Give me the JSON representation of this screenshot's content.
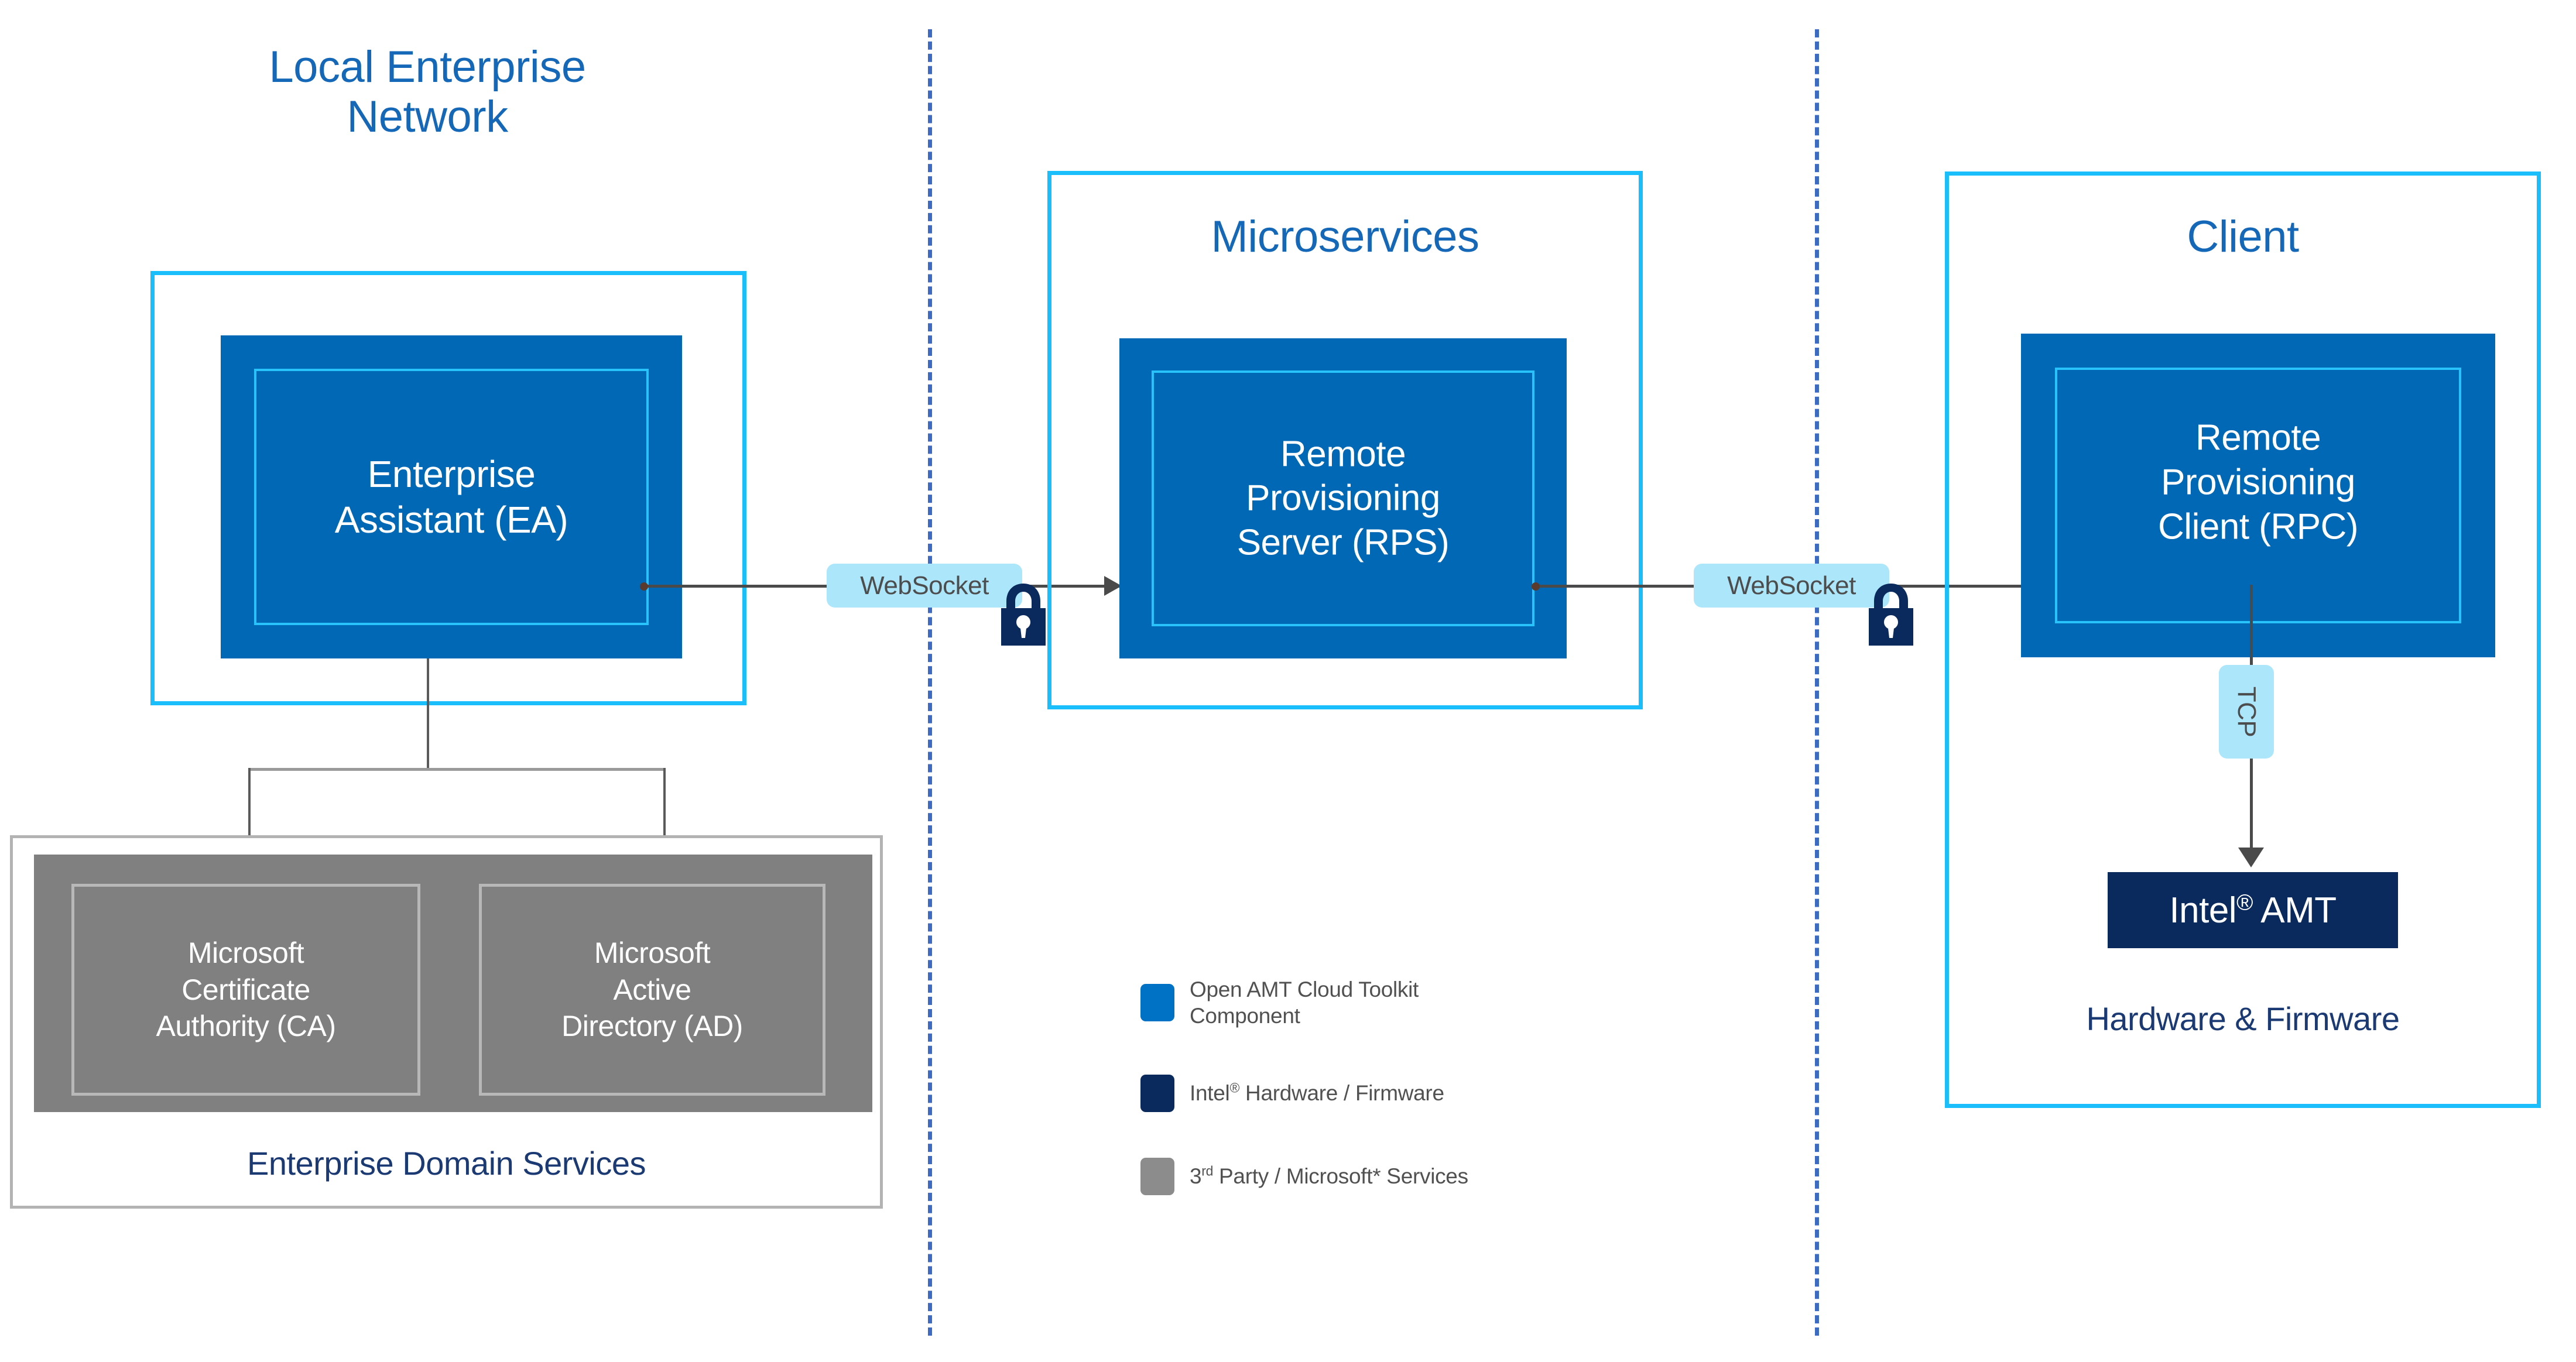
{
  "zones": [
    {
      "id": "local-enterprise-network",
      "title": "Local Enterprise\nNetwork",
      "title_line1": "Local Enterprise",
      "title_line2": "Network"
    },
    {
      "id": "microservices",
      "title": "Microservices"
    },
    {
      "id": "client",
      "title": "Client"
    }
  ],
  "components": {
    "ea": {
      "line1": "Enterprise",
      "line2": "Assistant (EA)",
      "line3": ""
    },
    "rps": {
      "line1": "Remote",
      "line2": "Provisioning",
      "line3": "Server (RPS)"
    },
    "rpc": {
      "line1": "Remote",
      "line2": "Provisioning",
      "line3": "Client (RPC)"
    }
  },
  "hardware": {
    "amt_prefix": "Intel",
    "amt_reg": "®",
    "amt_suffix": " AMT",
    "client_footer": "Hardware & Firmware"
  },
  "enterprise_domain_services": {
    "caption": "Enterprise Domain Services",
    "boxes": [
      {
        "id": "microsoft-certificate-authority",
        "line1": "Microsoft",
        "line2": "Certificate",
        "line3": "Authority (CA)"
      },
      {
        "id": "microsoft-active-directory",
        "line1": "Microsoft",
        "line2": "Active",
        "line3": "Directory (AD)"
      }
    ]
  },
  "connections": [
    {
      "id": "ea-to-rps",
      "protocol": "WebSocket",
      "secure": true
    },
    {
      "id": "rps-to-rpc",
      "protocol": "WebSocket",
      "secure": true
    },
    {
      "id": "rpc-to-amt",
      "protocol": "TCP",
      "secure": false
    }
  ],
  "legend": {
    "items": [
      {
        "color": "#0072C6",
        "line1": "Open AMT Cloud Toolkit",
        "line2": "Component"
      },
      {
        "color": "#0A2A5E",
        "line1": "Intel® Hardware / Firmware",
        "line2": ""
      },
      {
        "color": "#8C8C8C",
        "line1": "3rd Party / Microsoft* Services",
        "line2": ""
      }
    ],
    "item3_num": "3",
    "item3_sup": "rd",
    "item3_rest": " Party / Microsoft* Services",
    "item2_pre": "Intel",
    "item2_sup": "®",
    "item2_rest": " Hardware / Firmware"
  },
  "colors": {
    "zone_border": "#19BEFB",
    "component_fill": "#0068B5",
    "component_inner_border": "#28C3FA",
    "hardware_fill": "#0A2A5E",
    "third_party_fill": "#808080",
    "title_blue": "#1568B8",
    "caption_navy": "#1B3A73",
    "divider_blue": "#3D6BC4",
    "pill_fill": "#ACE6FA",
    "connector_gray": "#4A4A4A"
  }
}
